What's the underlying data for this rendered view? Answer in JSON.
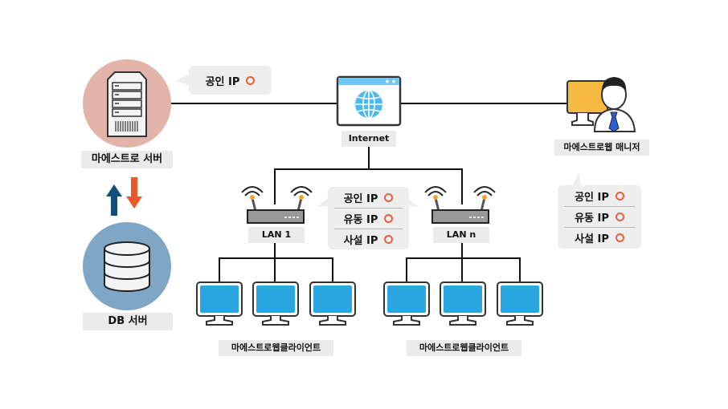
{
  "diagram": {
    "nodes": {
      "master_server": {
        "label": "마에스트로 서버",
        "icon": "server-icon",
        "circle_color": "#e3b5aa"
      },
      "db_server": {
        "label": "DB 서버",
        "icon": "database-icon",
        "circle_color": "#7fa6c4"
      },
      "internet": {
        "label": "Internet",
        "icon": "globe-browser-icon"
      },
      "web_manager": {
        "label": "마에스트로웹 매니저",
        "icon": "manager-person-icon",
        "monitor_color": "#f6b942"
      },
      "lan1": {
        "label": "LAN 1",
        "icon": "router-icon"
      },
      "lann": {
        "label": "LAN n",
        "icon": "router-icon"
      },
      "clients_left": {
        "label": "마에스트로웹클라이언트",
        "count": 3,
        "screen_color": "#2aa7e0"
      },
      "clients_right": {
        "label": "마에스트로웹클라이언트",
        "count": 3,
        "screen_color": "#2aa7e0"
      }
    },
    "callouts": {
      "server_ip": [
        {
          "label": "공인 IP",
          "mark": "○"
        }
      ],
      "lan_ip": [
        {
          "label": "공인 IP",
          "mark": "○"
        },
        {
          "label": "유동 IP",
          "mark": "○"
        },
        {
          "label": "사설 IP",
          "mark": "○"
        }
      ],
      "manager_ip": [
        {
          "label": "공인 IP",
          "mark": "○"
        },
        {
          "label": "유동 IP",
          "mark": "○"
        },
        {
          "label": "사설 IP",
          "mark": "○"
        }
      ]
    },
    "arrows": {
      "up_color": "#0f4f7e",
      "down_color": "#e85a2a"
    },
    "accent_mark_color": "#e8603c"
  }
}
